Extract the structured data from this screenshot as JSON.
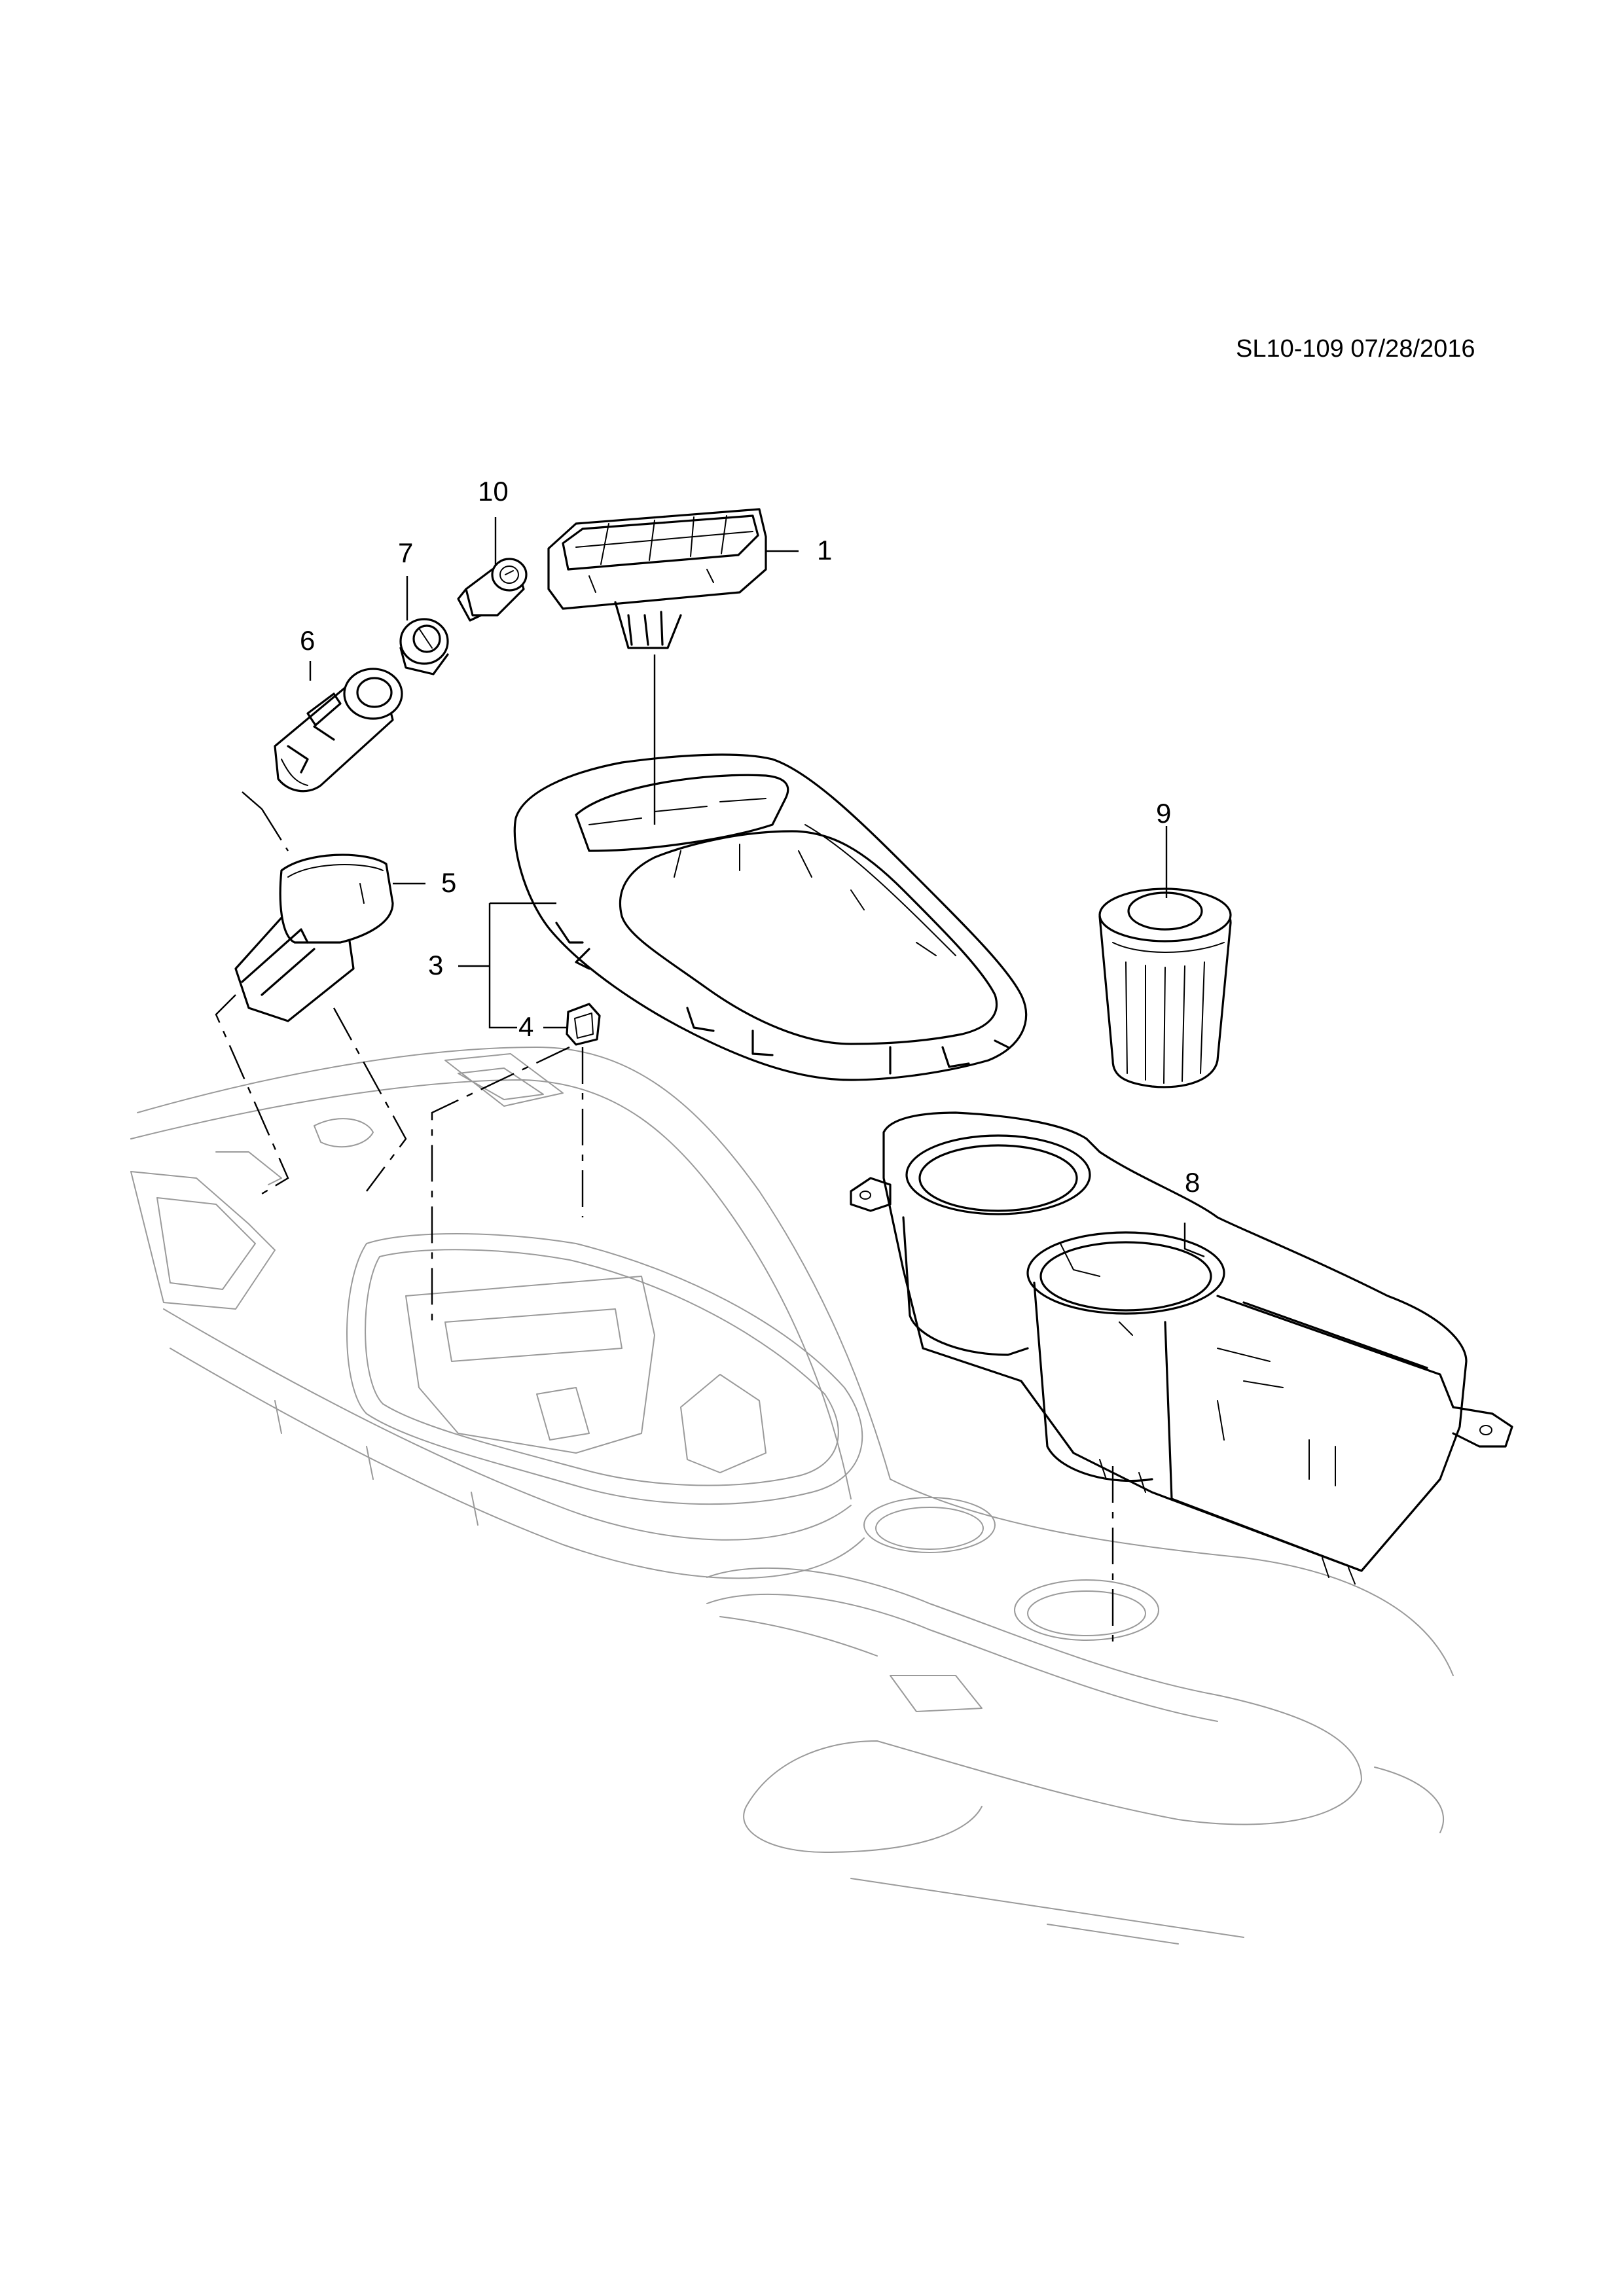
{
  "diagram": {
    "reference_code": "SL10-109 07/28/2016",
    "callouts": [
      {
        "id": "1",
        "label": "1"
      },
      {
        "id": "3",
        "label": "3"
      },
      {
        "id": "4",
        "label": "4"
      },
      {
        "id": "5",
        "label": "5"
      },
      {
        "id": "6",
        "label": "6"
      },
      {
        "id": "7",
        "label": "7"
      },
      {
        "id": "8",
        "label": "8"
      },
      {
        "id": "9",
        "label": "9"
      },
      {
        "id": "10",
        "label": "10"
      }
    ]
  }
}
